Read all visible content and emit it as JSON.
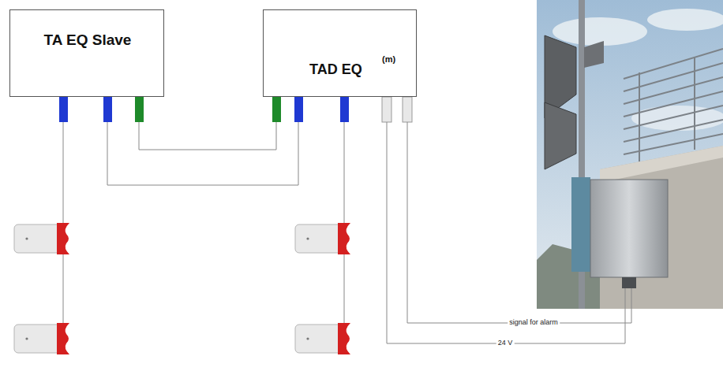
{
  "diagram": {
    "nodes": [
      {
        "text": [
          "TA EQ Slave"
        ]
      },
      {
        "text": [
          "TAD EQ",
          "(m)"
        ]
      }
    ],
    "edges": [
      {
        "from": 0,
        "to": 1,
        "arrow": "none"
      },
      {
        "from": 0,
        "to": 1,
        "arrow": "none"
      }
    ],
    "labels": [
      "signal for alarm",
      "24 V"
    ]
  }
}
